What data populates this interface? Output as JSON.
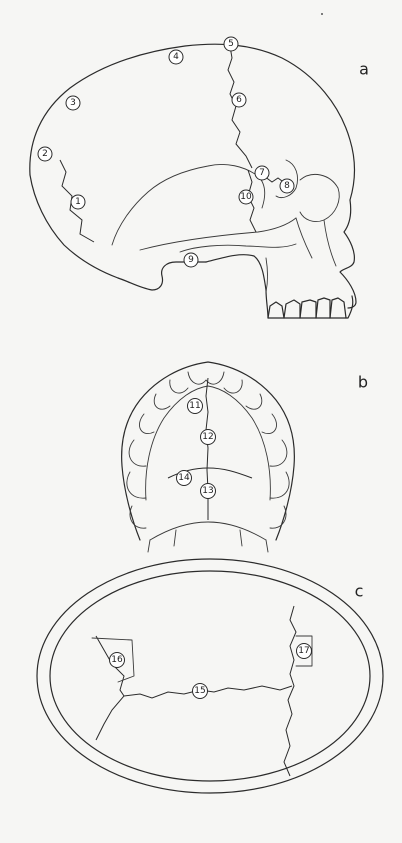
{
  "panels": [
    {
      "id": "a",
      "label": "a"
    },
    {
      "id": "b",
      "label": "b"
    },
    {
      "id": "c",
      "label": "c"
    }
  ],
  "markers": {
    "m1": "1",
    "m2": "2",
    "m3": "3",
    "m4": "4",
    "m5": "5",
    "m6": "6",
    "m7": "7",
    "m8": "8",
    "m9": "9",
    "m10": "10",
    "m11": "11",
    "m12": "12",
    "m13": "13",
    "m14": "14",
    "m15": "15",
    "m16": "16",
    "m17": "17"
  },
  "colors": {
    "line": "#2b2b2b",
    "background": "#f6f6f4",
    "marker_fill": "#ffffff"
  }
}
